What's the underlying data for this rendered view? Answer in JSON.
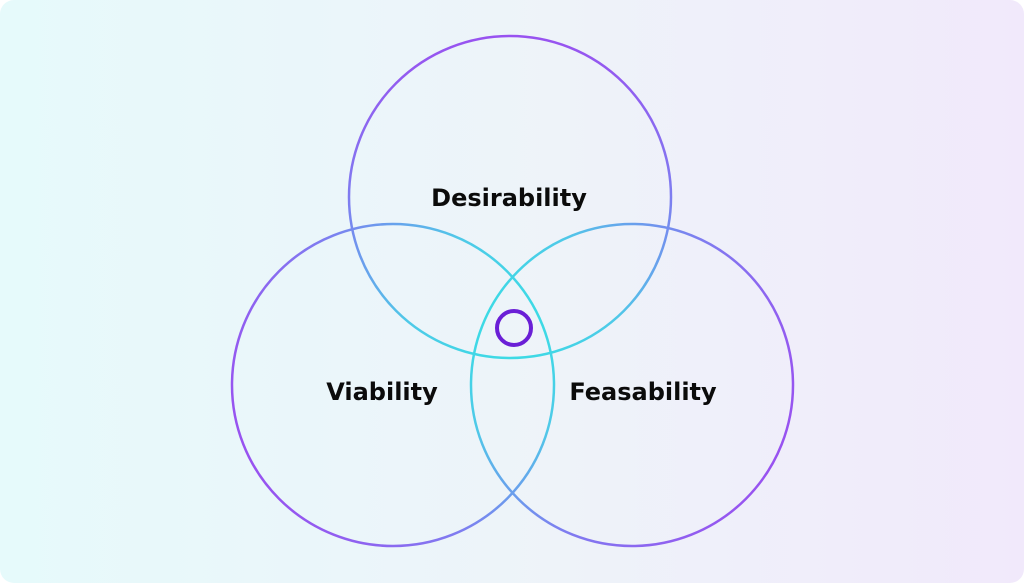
{
  "diagram": {
    "type": "venn",
    "circles": [
      {
        "id": "desirability",
        "label": "Desirability"
      },
      {
        "id": "viability",
        "label": "Viability"
      },
      {
        "id": "feasability",
        "label": "Feasability"
      }
    ],
    "center_marker": {
      "shape": "ring"
    },
    "colors": {
      "background_left": "#e6fafb",
      "background_right": "#f1e9fb",
      "outline_outer": "#9a57ee",
      "outline_inner": "#4fd0e6",
      "center_marker": "#6a1fd6",
      "label_text": "#0b0b0b"
    }
  }
}
